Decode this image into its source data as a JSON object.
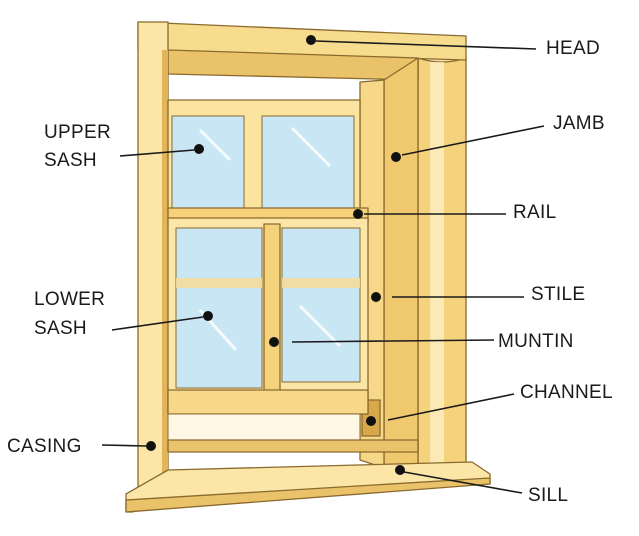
{
  "diagram": {
    "colors": {
      "wood_light": "#fbe6a8",
      "wood_mid": "#f5d27c",
      "wood_dark": "#e2b55a",
      "glass": "#c9e6f4",
      "outline": "#8a6a2e",
      "text": "#1a1a1a"
    },
    "labels": {
      "head": "HEAD",
      "jamb": "JAMB",
      "upper_sash_line1": "UPPER",
      "upper_sash_line2": "SASH",
      "rail": "RAIL",
      "lower_sash_line1": "LOWER",
      "lower_sash_line2": "SASH",
      "stile": "STILE",
      "muntin": "MUNTIN",
      "channel": "CHANNEL",
      "casing": "CASING",
      "sill": "SILL"
    }
  }
}
